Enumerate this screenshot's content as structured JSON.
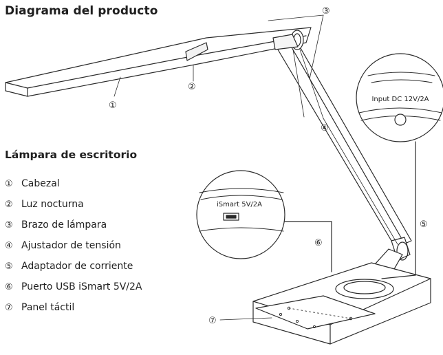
{
  "title": "Diagrama del producto",
  "subtitle": "Lámpara de escritorio",
  "legend": [
    {
      "num": "①",
      "label": "Cabezal"
    },
    {
      "num": "②",
      "label": "Luz nocturna"
    },
    {
      "num": "③",
      "label": "Brazo de lámpara"
    },
    {
      "num": "④",
      "label": "Ajustador de tensión"
    },
    {
      "num": "⑤",
      "label": "Adaptador de corriente"
    },
    {
      "num": "⑥",
      "label": "Puerto USB iSmart 5V/2A"
    },
    {
      "num": "⑦",
      "label": "Panel táctil"
    }
  ],
  "callouts": {
    "input_dc": "Input DC 12V/2A",
    "usb_port": "iSmart 5V/2A",
    "c1": "①",
    "c2": "②",
    "c3": "③",
    "c4": "④",
    "c5": "⑤",
    "c6": "⑥",
    "c7": "⑦"
  }
}
